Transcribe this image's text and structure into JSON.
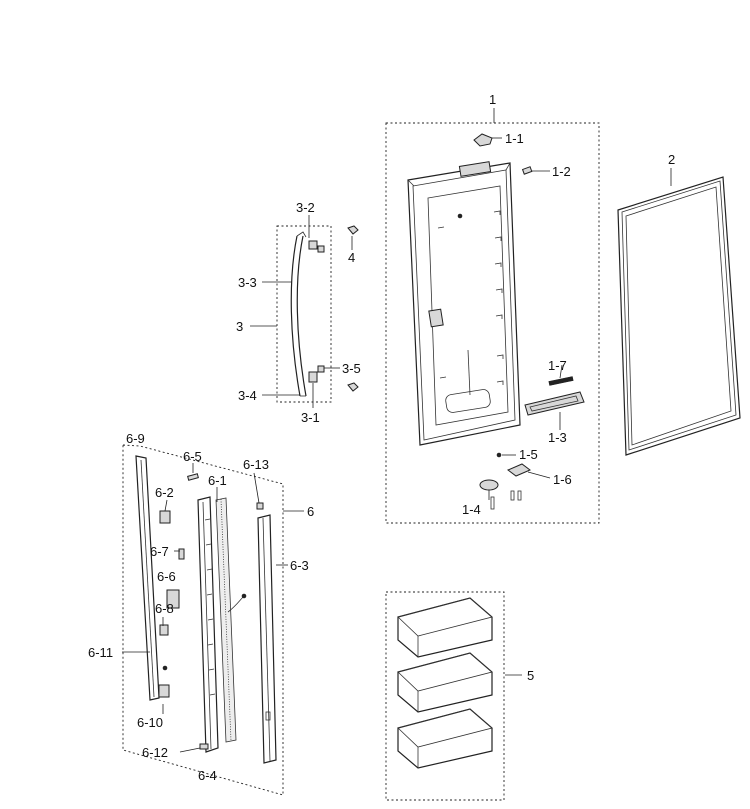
{
  "callouts": {
    "c1": "1",
    "c1_1": "1-1",
    "c1_2": "1-2",
    "c1_3": "1-3",
    "c1_4": "1-4",
    "c1_5": "1-5",
    "c1_6": "1-6",
    "c1_7": "1-7",
    "c2": "2",
    "c3": "3",
    "c3_1": "3-1",
    "c3_2": "3-2",
    "c3_3": "3-3",
    "c3_4": "3-4",
    "c3_5": "3-5",
    "c4": "4",
    "c5": "5",
    "c6": "6",
    "c6_1": "6-1",
    "c6_2": "6-2",
    "c6_3": "6-3",
    "c6_4": "6-4",
    "c6_5": "6-5",
    "c6_6": "6-6",
    "c6_7": "6-7",
    "c6_8": "6-8",
    "c6_9": "6-9",
    "c6_10": "6-10",
    "c6_11": "6-11",
    "c6_12": "6-12",
    "c6_13": "6-13"
  }
}
